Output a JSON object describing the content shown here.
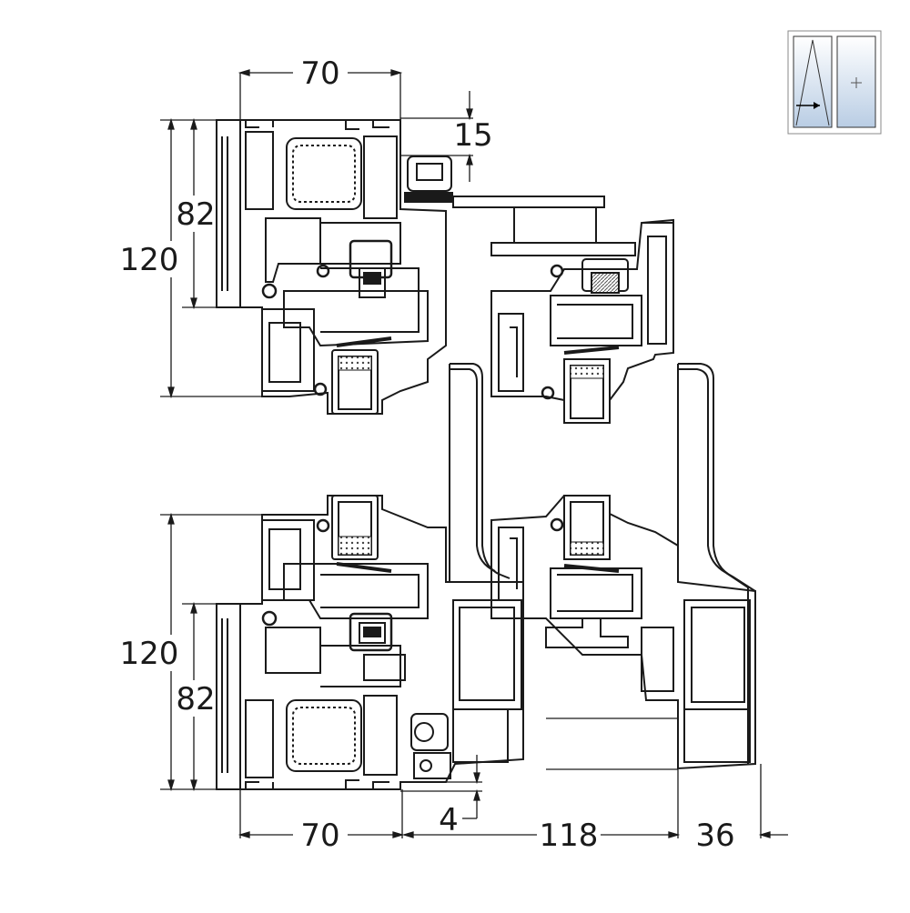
{
  "dimensions": {
    "top_width": "70",
    "top_offset": "15",
    "left_upper_height": "82",
    "left_upper_total": "120",
    "left_lower_total": "120",
    "left_lower_height": "82",
    "bottom_width_left": "70",
    "bottom_gap": "4",
    "bottom_width_mid": "118",
    "bottom_width_right": "36"
  },
  "colors": {
    "line": "#1a1a1a",
    "glass_light": "#e8eef6",
    "glass_blue": "#b9cde4",
    "gasket": "#2a2a2a",
    "hatch": "#777777"
  },
  "icon": {
    "name": "sliding-window-icon"
  }
}
